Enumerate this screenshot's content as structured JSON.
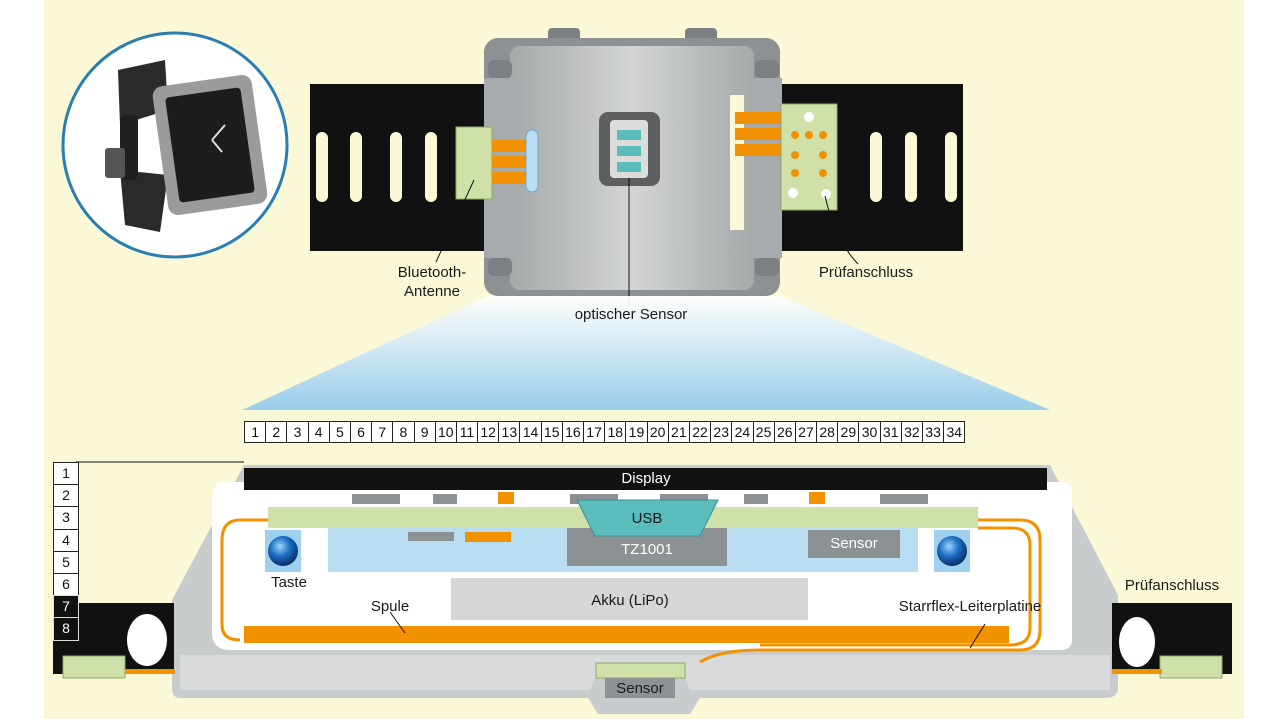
{
  "labels": {
    "bluetooth_antenne_1": "Bluetooth-",
    "bluetooth_antenne_2": "Antenne",
    "optischer_sensor": "optischer Sensor",
    "pruefanschluss_top": "Prüfanschluss",
    "display": "Display",
    "usb": "USB",
    "tz1001": "TZ1001",
    "sensor_right": "Sensor",
    "taste": "Taste",
    "akku": "Akku (LiPo)",
    "spule": "Spule",
    "starrflex": "Starrflex-Leiterplatine",
    "pruefanschluss_side": "Prüfanschluss",
    "sensor_bottom": "Sensor"
  },
  "ruler_columns": [
    "1",
    "2",
    "3",
    "4",
    "5",
    "6",
    "7",
    "8",
    "9",
    "10",
    "11",
    "12",
    "13",
    "14",
    "15",
    "16",
    "17",
    "18",
    "19",
    "20",
    "21",
    "22",
    "23",
    "24",
    "25",
    "26",
    "27",
    "28",
    "29",
    "30",
    "31",
    "32",
    "33",
    "34"
  ],
  "ruler_rows": [
    "1",
    "2",
    "3",
    "4",
    "5",
    "6",
    "7",
    "8"
  ],
  "colors": {
    "background": "#fbf8d7",
    "strap": "#111111",
    "case": "#b9bcbd",
    "pcb": "#cfe0a8",
    "blue_layer": "#b9ddf1",
    "orange": "#f39200",
    "usb": "#5bbcbc"
  }
}
